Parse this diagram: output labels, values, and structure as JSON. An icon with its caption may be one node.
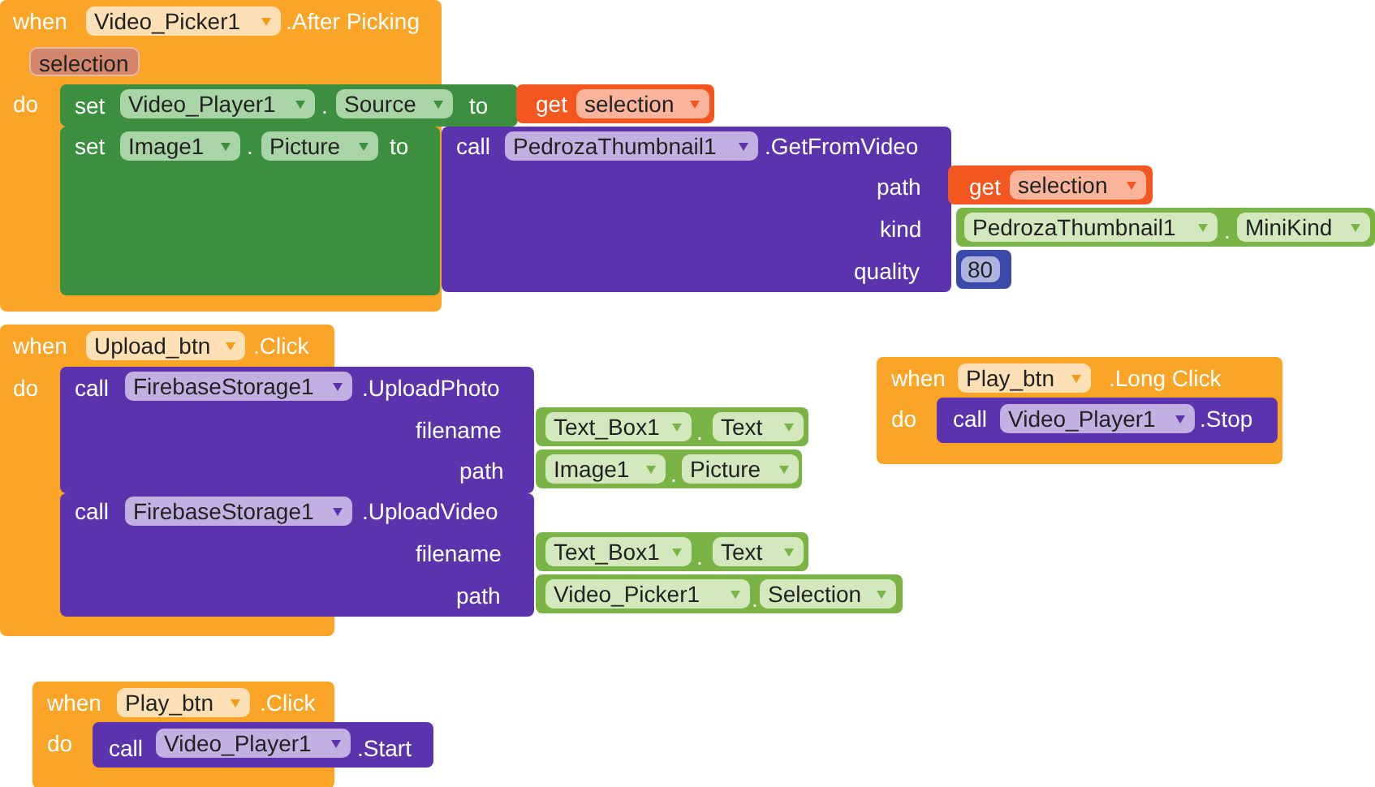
{
  "diagram": {
    "nodes": [
      {
        "text": [
          "when",
          ".After Picking",
          "do"
        ]
      },
      {
        "text": [
          "Video_Picker1"
        ],
        "in": 0
      },
      {
        "text": [
          "selection"
        ],
        "in": 0
      },
      {
        "text": [
          "set",
          ".",
          "to"
        ]
      },
      {
        "text": [
          "Video_Player1"
        ],
        "in": 3
      },
      {
        "text": [
          "Source"
        ],
        "in": 3
      },
      {
        "text": [
          "get"
        ]
      },
      {
        "text": [
          "selection"
        ],
        "in": 6
      },
      {
        "text": [
          "set",
          ".",
          "to"
        ],
        "in": 0
      },
      {
        "text": [
          "Image1"
        ],
        "in": 8
      },
      {
        "text": [
          "Picture"
        ],
        "in": 8
      },
      {
        "text": [
          "call",
          ".GetFromVideo",
          "path",
          "kind",
          "quality"
        ]
      },
      {
        "text": [
          "PedrozaThumbnail1"
        ],
        "in": 11
      },
      {
        "text": [
          "get"
        ]
      },
      {
        "text": [
          "selection"
        ],
        "in": 13
      },
      {
        "text": [
          "."
        ]
      },
      {
        "text": [
          "PedrozaThumbnail1"
        ],
        "in": 15
      },
      {
        "text": [
          "MiniKind"
        ],
        "in": 15
      },
      {
        "text": [
          "80"
        ]
      },
      {
        "text": [
          "when",
          ".Click",
          "do"
        ]
      },
      {
        "text": [
          "Upload_btn"
        ],
        "in": 19
      },
      {
        "text": [
          "call",
          ".UploadPhoto",
          "filename",
          "path"
        ]
      },
      {
        "text": [
          "FirebaseStorage1"
        ],
        "in": 21
      },
      {
        "text": [
          "."
        ]
      },
      {
        "text": [
          "Text_Box1"
        ],
        "in": 23
      },
      {
        "text": [
          "Text"
        ],
        "in": 23
      },
      {
        "text": [
          "."
        ]
      },
      {
        "text": [
          "Image1"
        ],
        "in": 26
      },
      {
        "text": [
          "Picture"
        ],
        "in": 26
      },
      {
        "text": [
          "call",
          ".UploadVideo",
          "filename",
          "path"
        ]
      },
      {
        "text": [
          "FirebaseStorage1"
        ],
        "in": 29
      },
      {
        "text": [
          "."
        ]
      },
      {
        "text": [
          "Text_Box1"
        ],
        "in": 31
      },
      {
        "text": [
          "Text"
        ],
        "in": 31
      },
      {
        "text": [
          "."
        ]
      },
      {
        "text": [
          "Video_Picker1"
        ],
        "in": 34
      },
      {
        "text": [
          "Selection"
        ],
        "in": 34
      },
      {
        "text": [
          "when",
          ".Long Click",
          "do"
        ]
      },
      {
        "text": [
          "Play_btn"
        ],
        "in": 37
      },
      {
        "text": [
          "call",
          ".Stop"
        ],
        "in": 37
      },
      {
        "text": [
          "Video_Player1"
        ],
        "in": 39
      },
      {
        "text": [
          "when",
          ".Click",
          "do"
        ]
      },
      {
        "text": [
          "Play_btn"
        ],
        "in": 41
      },
      {
        "text": [
          "call",
          ".Start"
        ]
      },
      {
        "text": [
          "Video_Player1"
        ],
        "in": 43
      }
    ]
  }
}
